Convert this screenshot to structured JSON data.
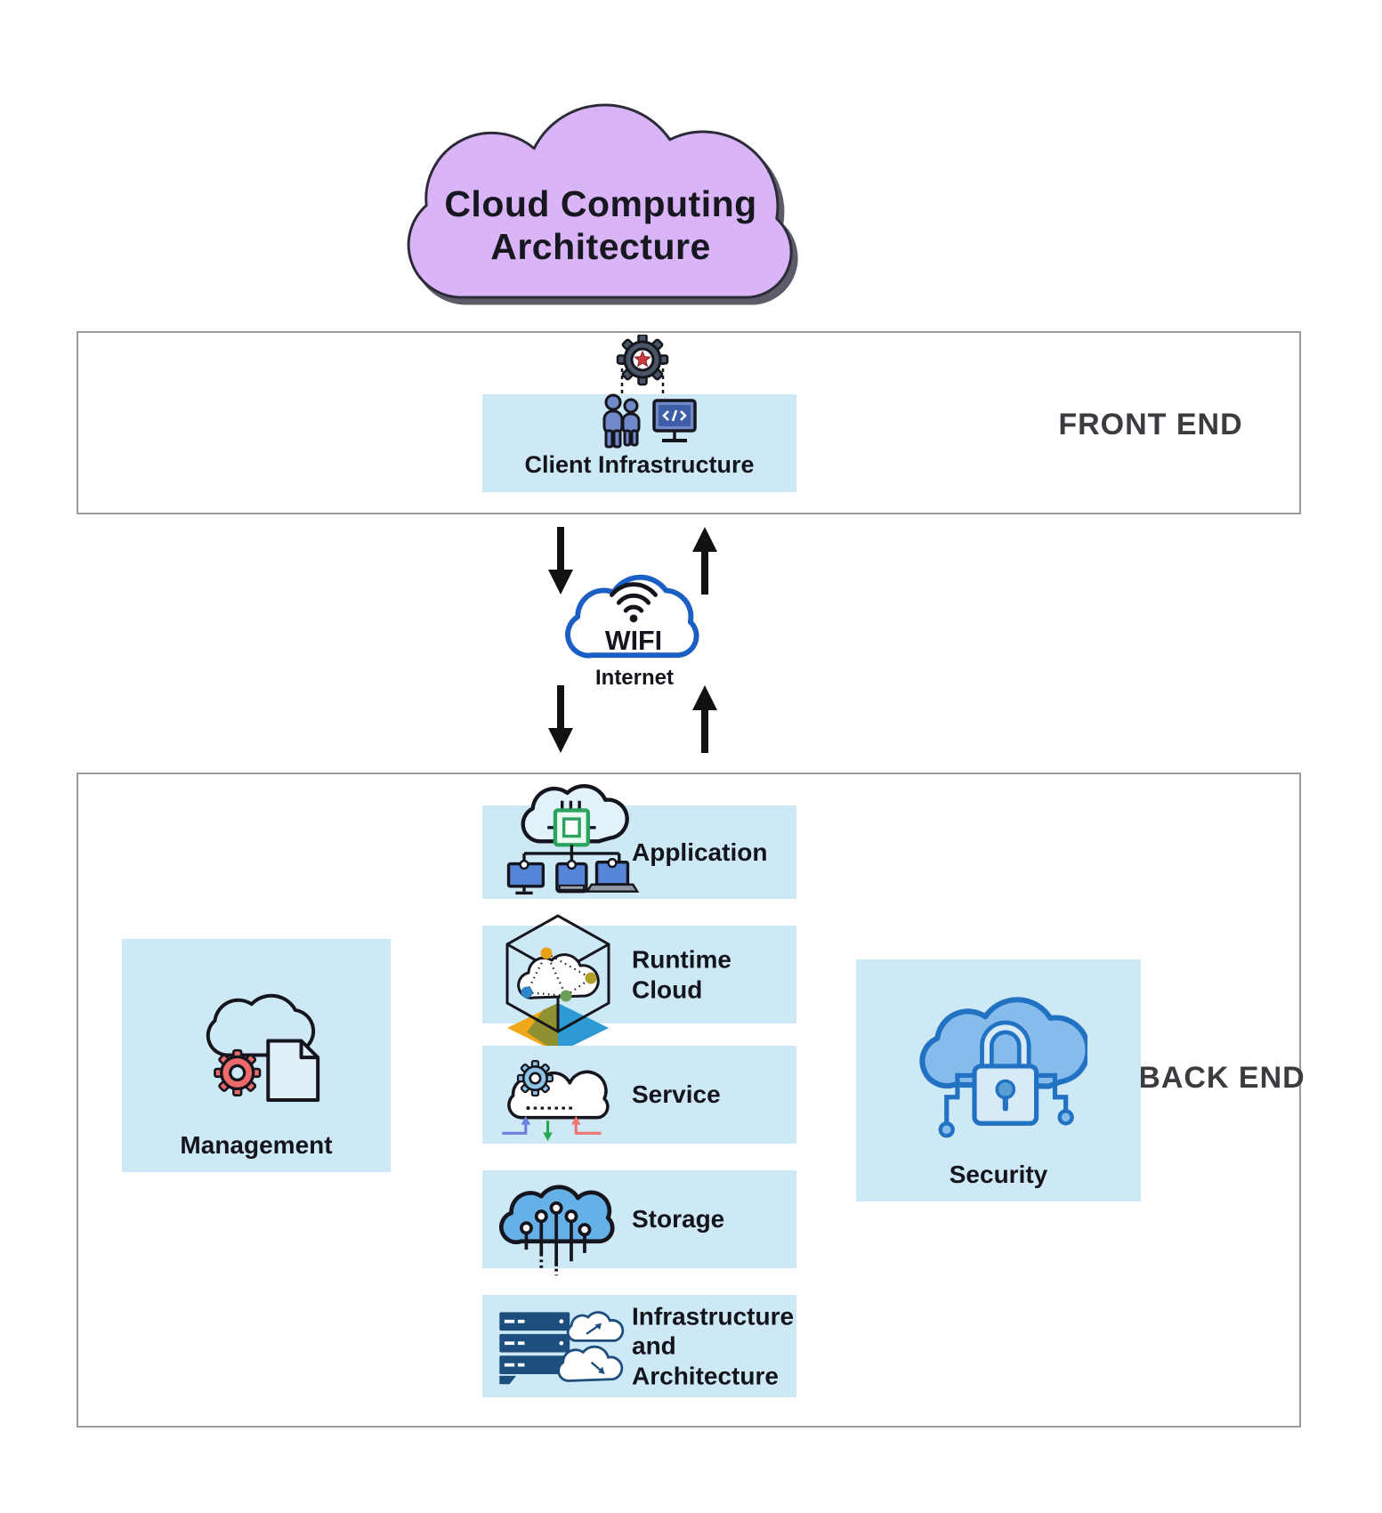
{
  "title": {
    "text": "Cloud Computing Architecture"
  },
  "front_end": {
    "section_label": "FRONT END",
    "client_label": "Client Infrastructure"
  },
  "internet": {
    "wifi_label": "WIFI",
    "caption": "Internet"
  },
  "back_end": {
    "section_label": "BACK END",
    "rows": [
      {
        "label": "Application"
      },
      {
        "label": "Runtime Cloud"
      },
      {
        "label": "Service"
      },
      {
        "label": "Storage"
      },
      {
        "label": "Infrastructure and Architecture"
      }
    ],
    "management": {
      "label": "Management"
    },
    "security": {
      "label": "Security"
    }
  },
  "colors": {
    "cloud_purple": "#d9b4f6",
    "panel_blue": "#cee9f6",
    "outline_dark": "#15151d",
    "section_label_gray": "#3b3b40",
    "wifi_blue": "#1b5fc5",
    "security_blue": "#2272c3",
    "management_gear_red": "#ee6a6a",
    "chip_green": "#2aa35f",
    "device_blue": "#5585d6",
    "storage_cloud_blue": "#66b0e8",
    "infrastructure_navy": "#1d4f7e"
  }
}
